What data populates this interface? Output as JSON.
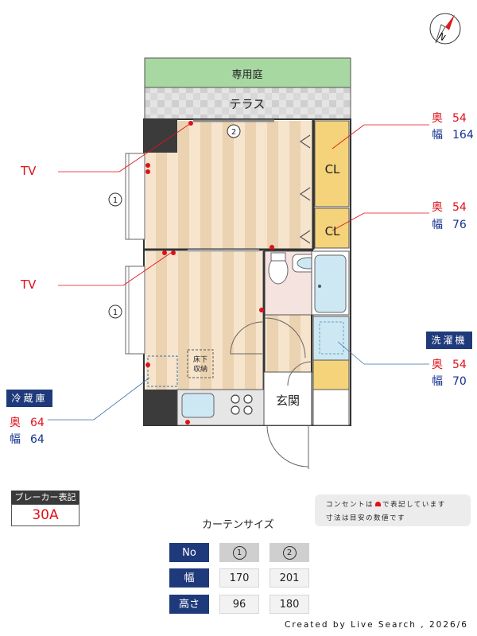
{
  "compass": {
    "symbol": "N"
  },
  "rooms": {
    "garden": "専用庭",
    "terrace": "テラス",
    "closet_1": "CL",
    "closet_2": "CL",
    "entrance": "玄関",
    "underfloor_storage_line1": "床下",
    "underfloor_storage_line2": "収納"
  },
  "windows": {
    "marker_1a": "1",
    "marker_1b": "1",
    "marker_2": "2"
  },
  "tv_labels": [
    "TV",
    "TV"
  ],
  "closet_1_dims": {
    "depth_label": "奥",
    "depth": "54",
    "width_label": "幅",
    "width": "164"
  },
  "closet_2_dims": {
    "depth_label": "奥",
    "depth": "54",
    "width_label": "幅",
    "width": "76"
  },
  "washer": {
    "title": "洗濯機",
    "depth_label": "奥",
    "depth": "54",
    "width_label": "幅",
    "width": "70"
  },
  "fridge": {
    "title": "冷蔵庫",
    "depth_label": "奥",
    "depth": "64",
    "width_label": "幅",
    "width": "64"
  },
  "breaker": {
    "title": "ブレーカー表記",
    "value": "30A"
  },
  "legend_note": {
    "line1_prefix": "コンセントは",
    "line1_suffix": "で表記しています",
    "line2": "寸法は目安の数値です"
  },
  "curtain": {
    "title": "カーテンサイズ",
    "header_label": "No",
    "columns": [
      "1",
      "2"
    ],
    "rows": [
      {
        "label": "幅",
        "values": [
          "170",
          "201"
        ]
      },
      {
        "label": "高さ",
        "values": [
          "96",
          "180"
        ]
      }
    ]
  },
  "credit": "Created by Live Search , 2026/6",
  "colors": {
    "navy": "#1f3a7a",
    "outlet_red": "#e0101a",
    "dimension_blue": "#13318f",
    "garden_green": "#a8d8a2",
    "floor_wood": "#f2dcc0",
    "closet_yellow": "#f4d37a",
    "bath_blue": "#cde8f3",
    "washroom_pink": "#f5e3e0"
  }
}
